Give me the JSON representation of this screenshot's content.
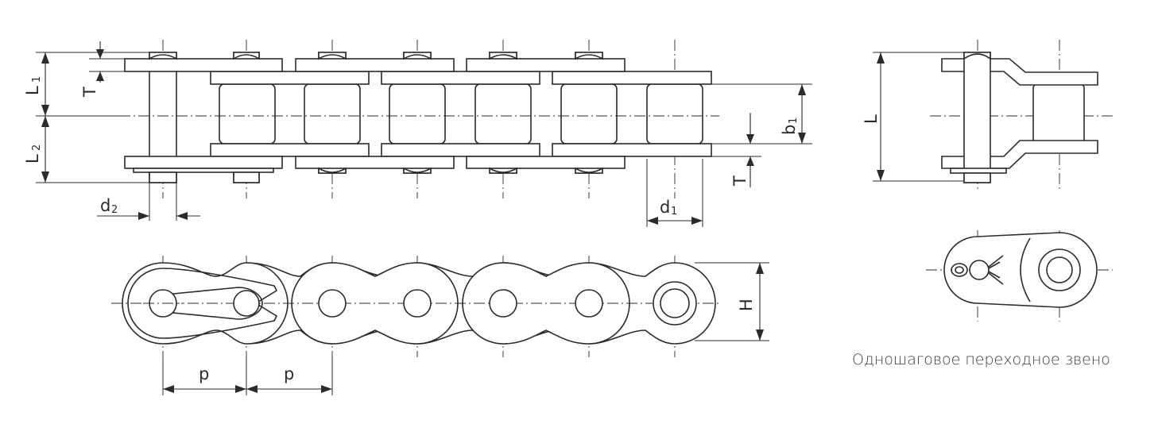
{
  "labels": {
    "L1": "L",
    "L1_sub": "1",
    "T_top": "T",
    "L2": "L",
    "L2_sub": "2",
    "d2": "d",
    "d2_sub": "2",
    "b1": "b",
    "b1_sub": "1",
    "T_right": "T",
    "d1": "d",
    "d1_sub": "1",
    "H": "H",
    "p_left": "p",
    "p_right": "p",
    "L_side": "L"
  },
  "caption": "Одношаговое переходное звено"
}
